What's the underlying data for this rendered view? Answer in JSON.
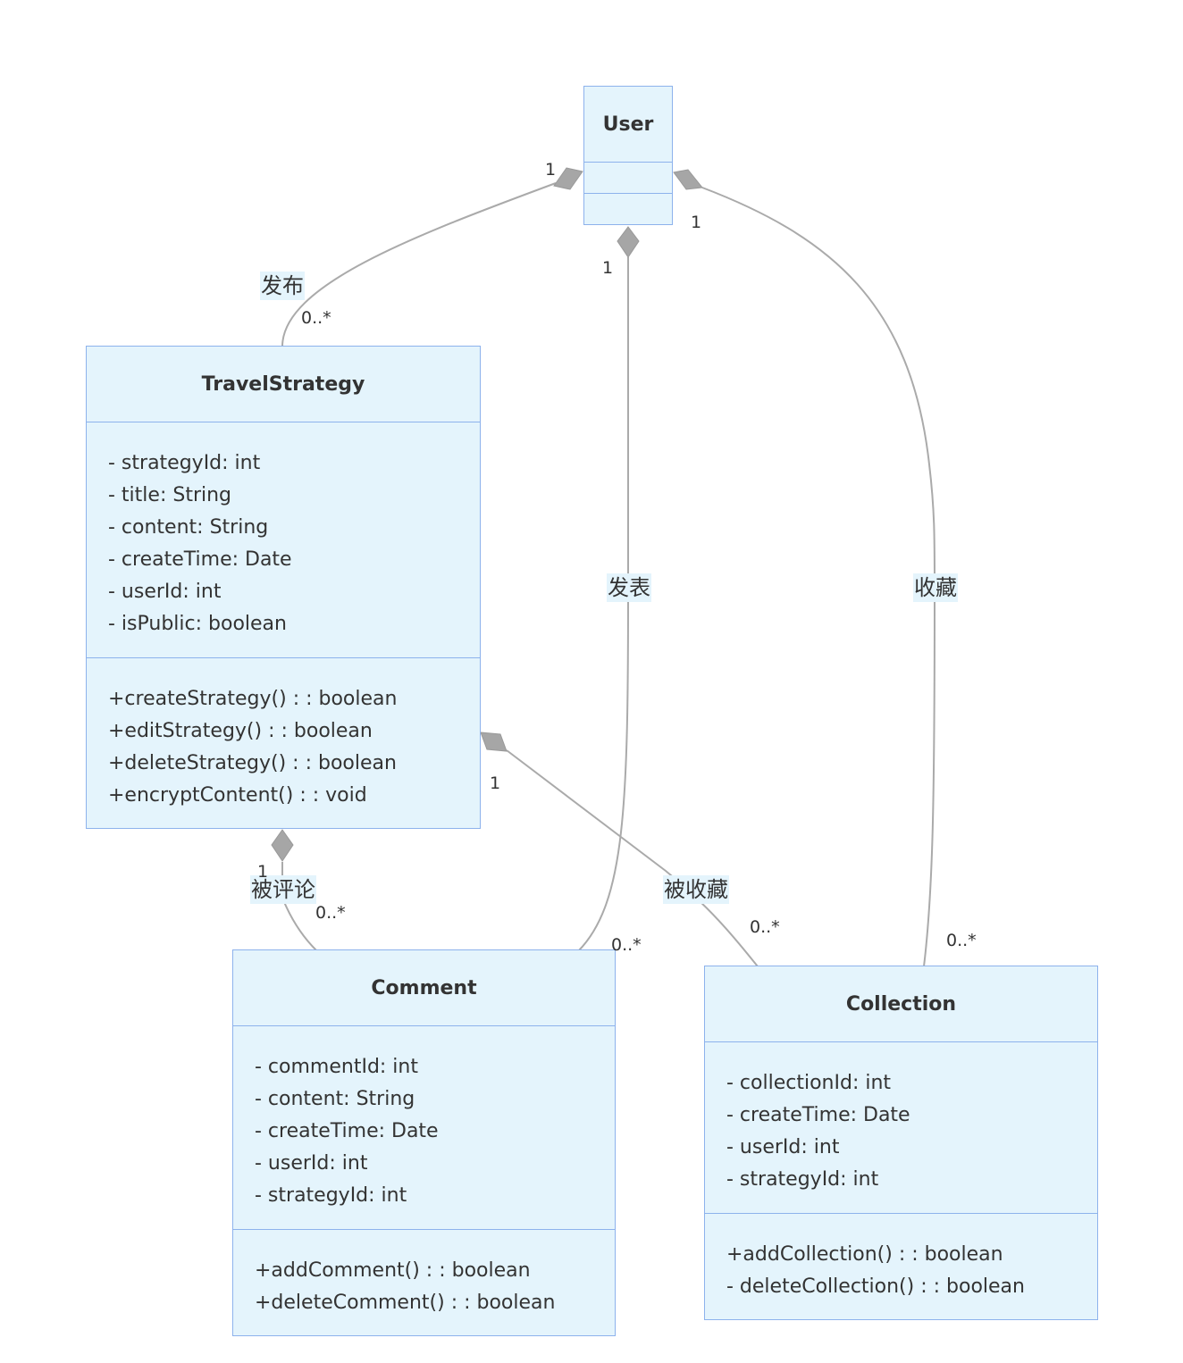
{
  "classes": {
    "user": {
      "name": "User",
      "attributes": [],
      "methods": []
    },
    "travel_strategy": {
      "name": "TravelStrategy",
      "attributes": [
        "- strategyId: int",
        "- title: String",
        "- content: String",
        "- createTime: Date",
        "- userId: int",
        "- isPublic: boolean"
      ],
      "methods": [
        "+createStrategy() : : boolean",
        "+editStrategy() : : boolean",
        "+deleteStrategy() : : boolean",
        "+encryptContent() : : void"
      ]
    },
    "comment": {
      "name": "Comment",
      "attributes": [
        "- commentId: int",
        "- content: String",
        "- createTime: Date",
        "- userId: int",
        "- strategyId: int"
      ],
      "methods": [
        "+addComment() : : boolean",
        "+deleteComment() : : boolean"
      ]
    },
    "collection": {
      "name": "Collection",
      "attributes": [
        "- collectionId: int",
        "- createTime: Date",
        "- userId: int",
        "- strategyId: int"
      ],
      "methods": [
        "+addCollection() : : boolean",
        "- deleteCollection() : : boolean"
      ]
    }
  },
  "relations": [
    {
      "from": "User",
      "to": "TravelStrategy",
      "label": "发布",
      "from_multiplicity": "1",
      "to_multiplicity": "0..*",
      "type": "aggregation"
    },
    {
      "from": "User",
      "to": "Comment",
      "label": "发表",
      "from_multiplicity": "1",
      "to_multiplicity": "0..*",
      "type": "aggregation"
    },
    {
      "from": "User",
      "to": "Collection",
      "label": "收藏",
      "from_multiplicity": "1",
      "to_multiplicity": "0..*",
      "type": "aggregation"
    },
    {
      "from": "TravelStrategy",
      "to": "Comment",
      "label": "被评论",
      "from_multiplicity": "1",
      "to_multiplicity": "0..*",
      "type": "aggregation"
    },
    {
      "from": "TravelStrategy",
      "to": "Collection",
      "label": "被收藏",
      "from_multiplicity": "1",
      "to_multiplicity": "0..*",
      "type": "aggregation"
    }
  ],
  "colors": {
    "class_fill": "#e4f4fc",
    "class_border": "#8db2ec",
    "edge": "#aaaaaa",
    "diamond": "#a6a6a6",
    "text": "#333333"
  }
}
